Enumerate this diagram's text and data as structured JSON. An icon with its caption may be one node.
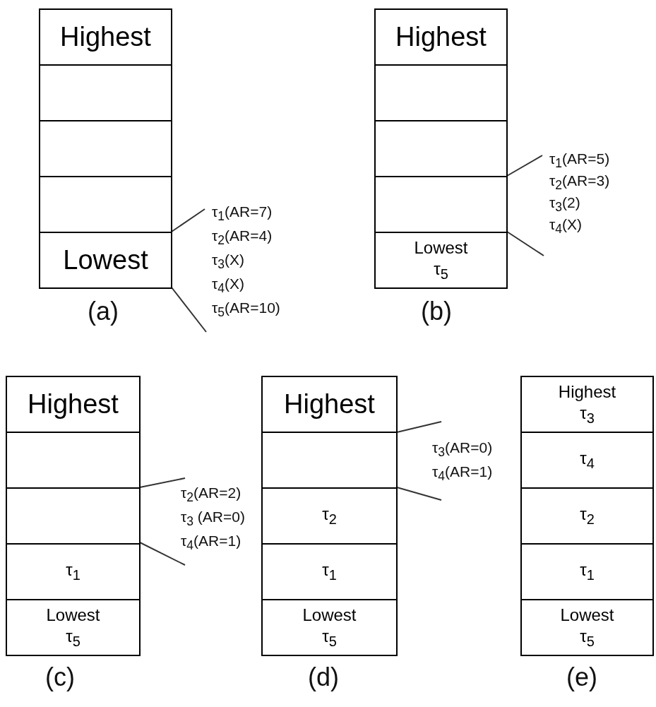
{
  "diagram": {
    "nodes": [
      {
        "text": [
          "Highest"
        ]
      },
      {
        "text": [],
        "shape": "box"
      },
      {
        "text": [],
        "shape": "box"
      },
      {
        "text": [],
        "shape": "box"
      },
      {
        "text": [
          "Lowest"
        ]
      },
      {
        "text": [
          "Highest"
        ]
      },
      {
        "text": [],
        "shape": "box"
      },
      {
        "text": [],
        "shape": "box"
      },
      {
        "text": [],
        "shape": "box"
      },
      {
        "text": [
          "Lowest",
          "τ$_{5}$"
        ]
      },
      {
        "text": [
          "Highest"
        ]
      },
      {
        "text": [],
        "shape": "box"
      },
      {
        "text": [],
        "shape": "box"
      },
      {
        "text": [
          "τ$_{1}$"
        ]
      },
      {
        "text": [
          "Lowest",
          "τ$_{5}$"
        ]
      },
      {
        "text": [
          "Highest"
        ]
      },
      {
        "text": [],
        "shape": "box"
      },
      {
        "text": [
          "τ$_{2}$"
        ]
      },
      {
        "text": [
          "τ$_{1}$"
        ]
      },
      {
        "text": [
          "Lowest",
          "τ$_{5}$"
        ]
      },
      {
        "text": [
          "Highest",
          "τ$_{3}$"
        ]
      },
      {
        "text": [
          "τ$_{4}$"
        ]
      },
      {
        "text": [
          "τ$_{2}$"
        ]
      },
      {
        "text": [
          "τ$_{1}$"
        ]
      },
      {
        "text": [
          "Lowest",
          "τ$_{5}$"
        ]
      }
    ],
    "labels": [
      "τ$_{1}$(AR=7)",
      "τ$_{2}$(AR=4)",
      "τ$_{3}$(X)",
      "τ$_{4}$(X)",
      "τ$_{5}$(AR=10)",
      "(a)",
      "τ$_{1}$(AR=5)",
      "τ$_{2}$(AR=3)",
      "τ$_{3}$(2)",
      "τ$_{4}$(X)",
      "(b)",
      "τ$_{2}$(AR=2)",
      "τ$_{3}$ (AR=0)",
      "τ$_{4}$(AR=1)",
      "τ$_{3}$(AR=0)",
      "τ$_{4}$(AR=1)",
      "(c)",
      "(d)",
      "(e)"
    ]
  }
}
